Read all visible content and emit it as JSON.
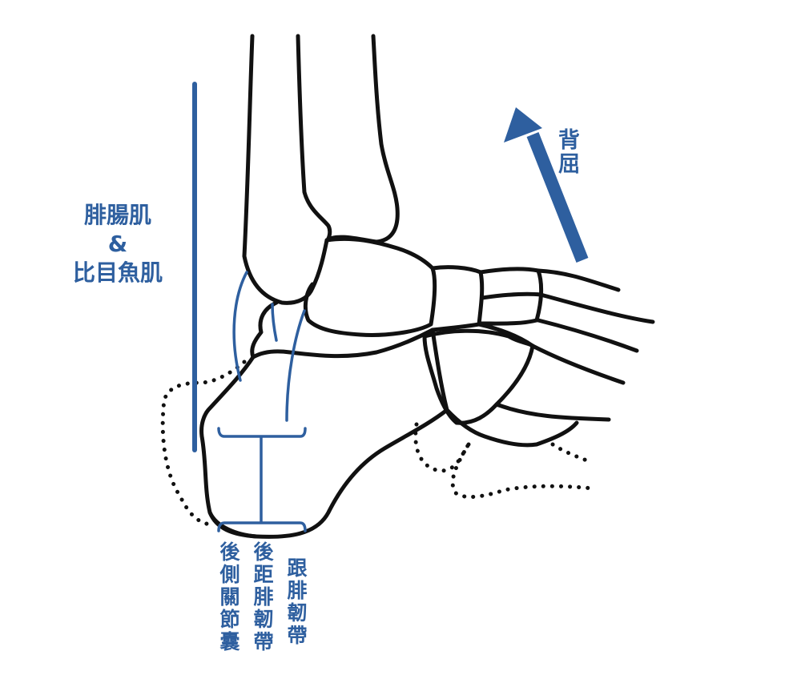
{
  "labels": {
    "muscle_line1": "腓腸肌",
    "muscle_line2": "&",
    "muscle_line3": "比目魚肌",
    "motion": "背屈",
    "ligament_1": "後側關節囊",
    "ligament_2": "後距腓韌帶",
    "ligament_3": "跟腓韌帶"
  },
  "colors": {
    "bone_outline": "#111111",
    "annotation": "#2e5f9f",
    "background": "#ffffff"
  }
}
